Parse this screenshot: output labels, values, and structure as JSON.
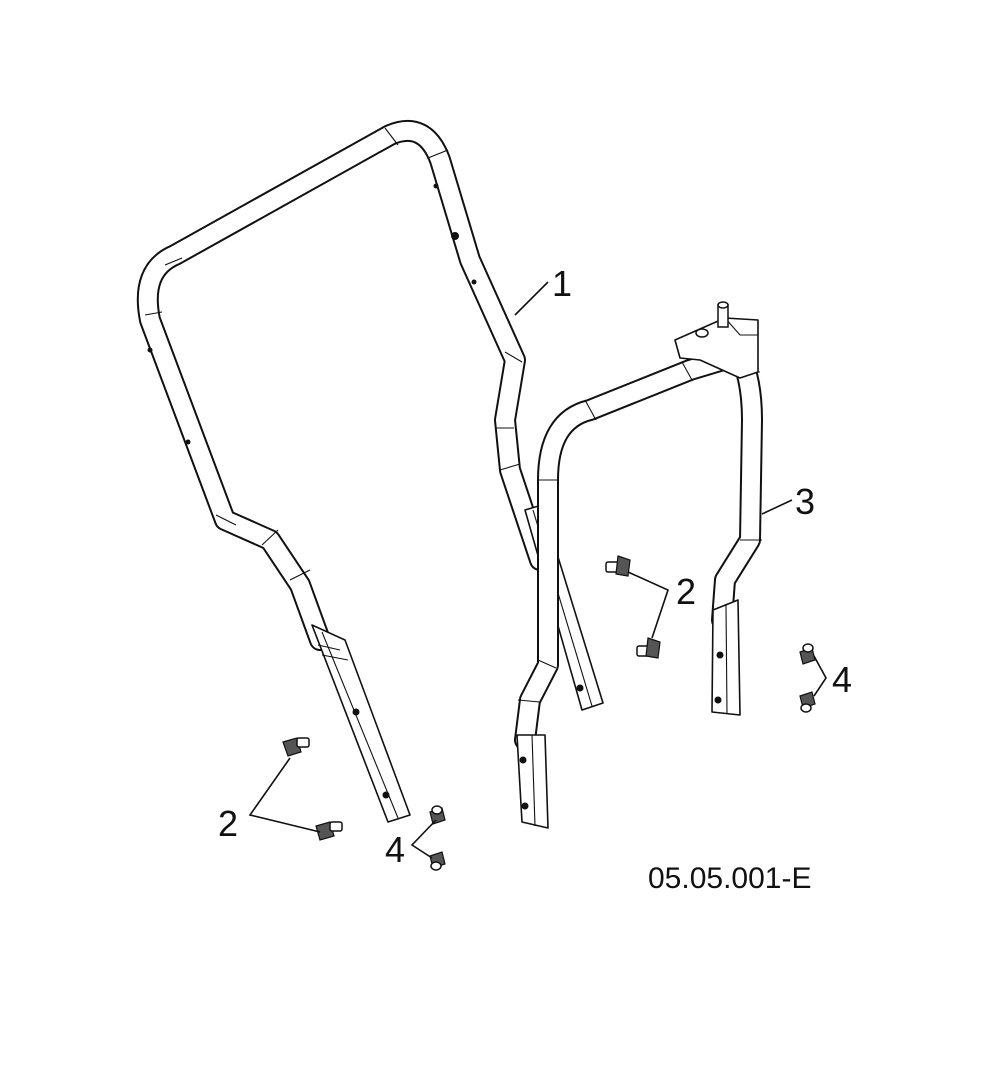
{
  "diagram": {
    "callouts": [
      {
        "id": "1",
        "label": "1"
      },
      {
        "id": "2a",
        "label": "2"
      },
      {
        "id": "2b",
        "label": "2"
      },
      {
        "id": "3",
        "label": "3"
      },
      {
        "id": "4a",
        "label": "4"
      },
      {
        "id": "4b",
        "label": "4"
      }
    ],
    "figure_code": "05.05.001-E"
  }
}
